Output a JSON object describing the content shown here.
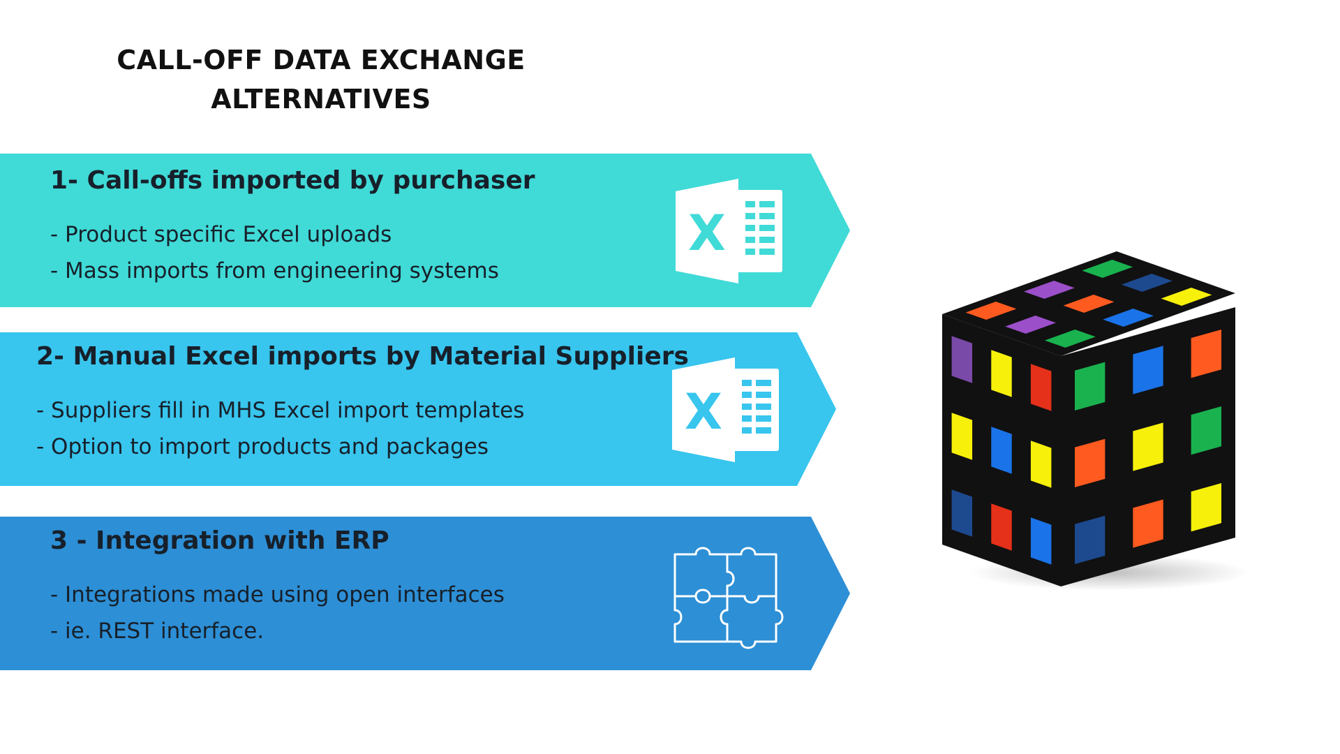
{
  "title": {
    "line1": "CALL-OFF DATA EXCHANGE",
    "line2": "ALTERNATIVES"
  },
  "banners": [
    {
      "color": "#40dad7",
      "heading": "1- Call-offs imported by purchaser",
      "bullets": [
        "- Product specific Excel uploads",
        "- Mass imports from engineering systems"
      ],
      "icon": "excel-icon"
    },
    {
      "color": "#38c5ee",
      "heading": "2- Manual Excel imports by Material Suppliers",
      "bullets": [
        "- Suppliers fill in MHS Excel import templates",
        "- Option to import products and packages"
      ],
      "icon": "excel-icon"
    },
    {
      "color": "#2d8fd6",
      "heading": "3 - Integration with ERP",
      "bullets": [
        "- Integrations made using open interfaces",
        "- ie. REST interface."
      ],
      "icon": "puzzle-icon"
    }
  ],
  "image": {
    "icon": "rubiks-cube-image"
  }
}
